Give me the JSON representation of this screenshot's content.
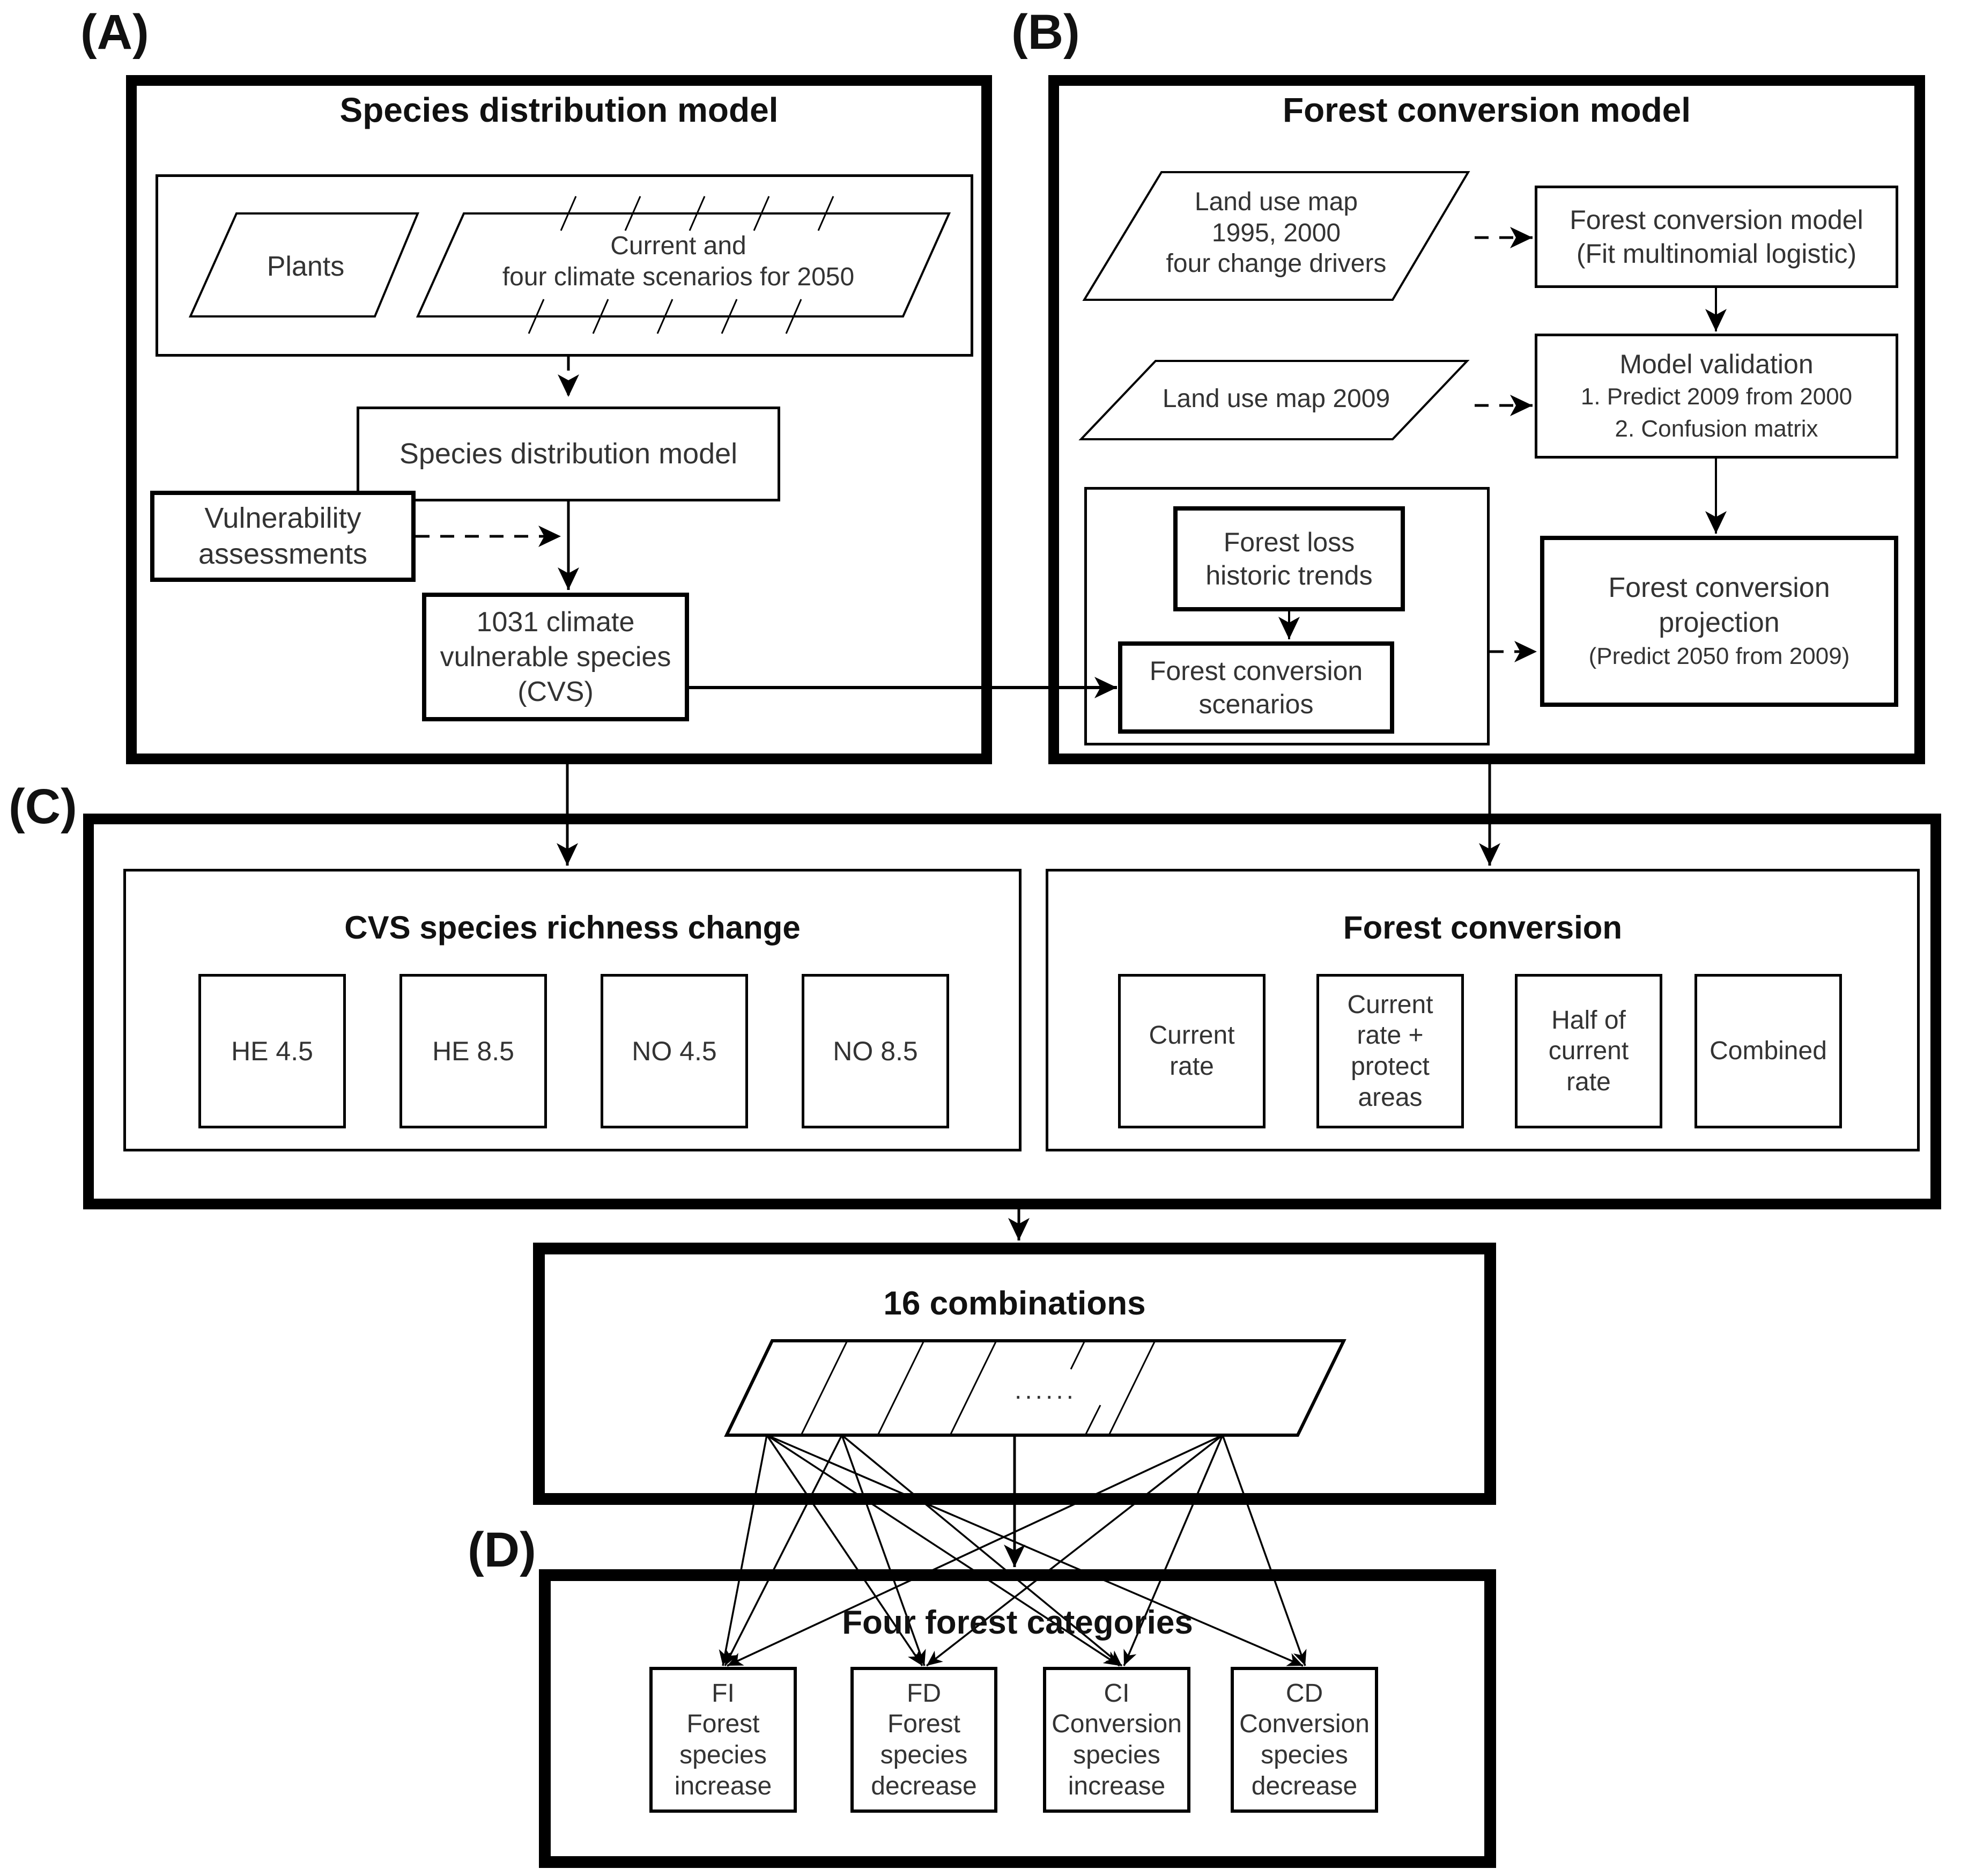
{
  "colors": {
    "ink": "#000000",
    "background": "#ffffff",
    "text": "#333333"
  },
  "labels": {
    "a": "(A)",
    "b": "(B)",
    "c": "(C)",
    "d": "(D)"
  },
  "panel_a": {
    "title": "Species distribution model",
    "plants": "Plants",
    "climate": "Current and\nfour climate scenarios for 2050",
    "sdm": "Species distribution model",
    "vulnerability": "Vulnerability\nassessments",
    "cvs": "1031 climate\nvulnerable species\n(CVS)"
  },
  "panel_b": {
    "title": "Forest conversion model",
    "land_use_map_1": "Land use map\n1995, 2000\nfour change drivers",
    "fcm": "Forest conversion model\n(Fit multinomial logistic)",
    "land_use_map_2": "Land use map 2009",
    "validation_title": "Model validation",
    "validation_1": "1. Predict 2009 from 2000",
    "validation_2": "2. Confusion matrix",
    "forest_loss": "Forest loss\nhistoric trends",
    "scenarios": "Forest conversion\nscenarios",
    "projection_title": "Forest conversion\nprojection",
    "projection_sub": "(Predict 2050 from 2009)"
  },
  "panel_c": {
    "richness_title": "CVS species richness change",
    "climate_scenarios": [
      "HE 4.5",
      "HE 8.5",
      "NO 4.5",
      "NO 8.5"
    ],
    "conversion_title": "Forest conversion",
    "conversion_scenarios": [
      "Current\nrate",
      "Current\nrate +\nprotect\nareas",
      "Half of\ncurrent\nrate",
      "Combined"
    ]
  },
  "combinations": {
    "title": "16 combinations",
    "ellipsis": "......"
  },
  "panel_d": {
    "title": "Four forest categories",
    "categories": [
      {
        "code": "FI",
        "desc": "Forest\nspecies\nincrease"
      },
      {
        "code": "FD",
        "desc": "Forest\nspecies\ndecrease"
      },
      {
        "code": "CI",
        "desc": "Conversion\nspecies\nincrease"
      },
      {
        "code": "CD",
        "desc": "Conversion\nspecies\ndecrease"
      }
    ]
  }
}
